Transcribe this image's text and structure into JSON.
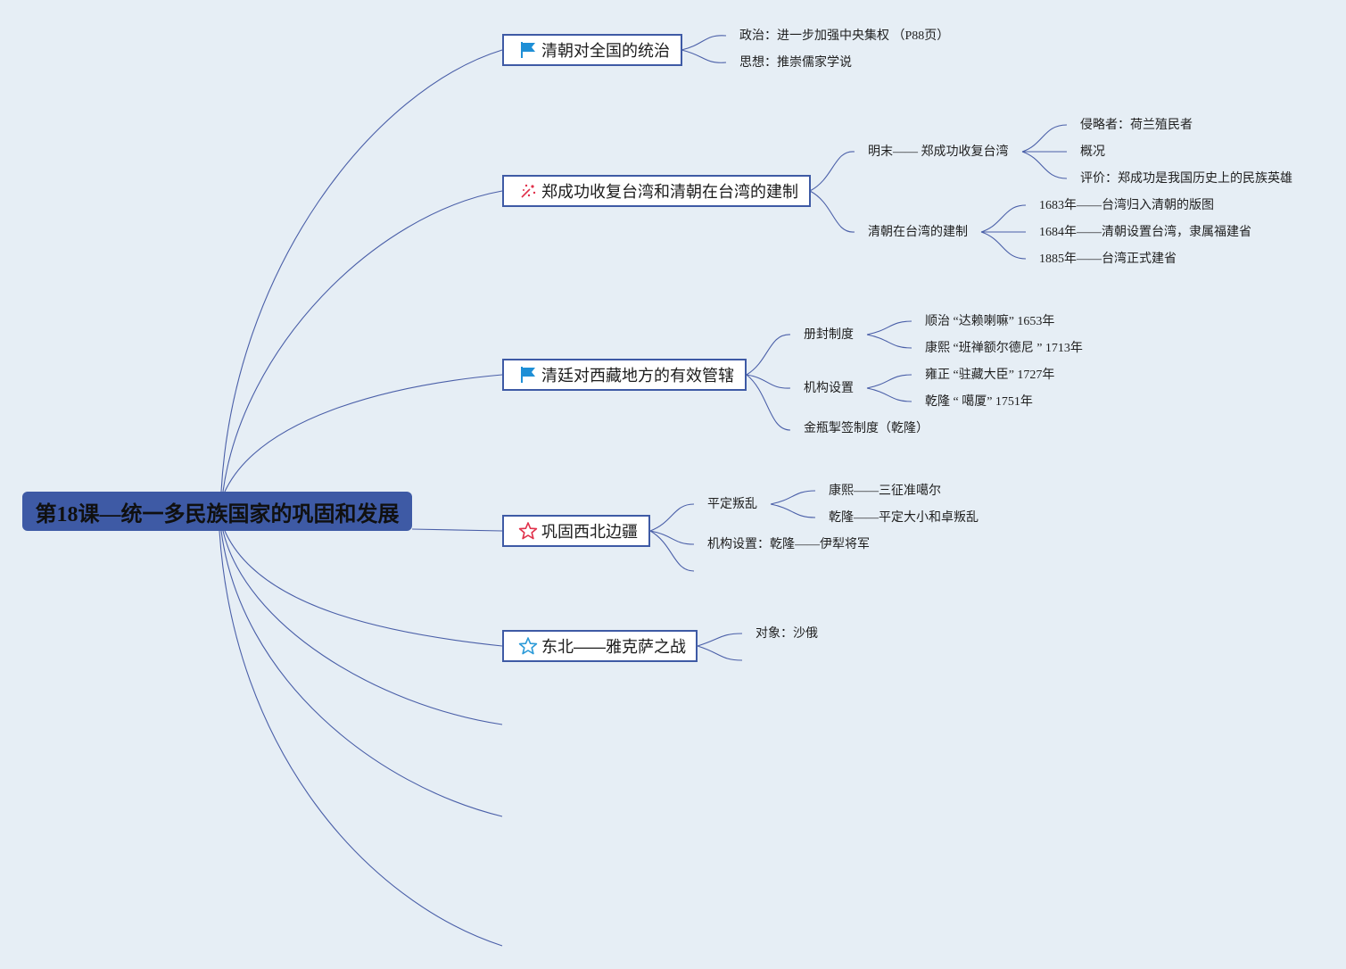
{
  "root": {
    "label": "第18课—统一多民族国家的巩固和发展"
  },
  "colors": {
    "background": "#e6eef5",
    "root_fill": "#3e5aa5",
    "topic_border": "#3e5aa5",
    "connector": "#4a5fa8",
    "flag_icon": "#1e8fd6",
    "red_icon": "#e0304a",
    "blue_star_icon": "#2a9ad8"
  },
  "topics": [
    {
      "label": "清朝对全国的统治",
      "icon": "flag-icon",
      "children": [
        {
          "label": "政治：进一步加强中央集权 （P88页）"
        },
        {
          "label": "思想：推崇儒家学说"
        }
      ]
    },
    {
      "label": "郑成功收复台湾和清朝在台湾的建制",
      "icon": "sparkle-icon",
      "children": [
        {
          "label": "明末—— 郑成功收复台湾",
          "children": [
            {
              "label": "侵略者：荷兰殖民者"
            },
            {
              "label": "概况"
            },
            {
              "label": "评价：郑成功是我国历史上的民族英雄"
            }
          ]
        },
        {
          "label": "清朝在台湾的建制",
          "children": [
            {
              "label": "1683年——台湾归入清朝的版图"
            },
            {
              "label": "1684年——清朝设置台湾，隶属福建省"
            },
            {
              "label": "1885年——台湾正式建省"
            }
          ]
        }
      ]
    },
    {
      "label": "清廷对西藏地方的有效管辖",
      "icon": "flag-icon",
      "children": [
        {
          "label": "册封制度",
          "children": [
            {
              "label": "顺治 “达赖喇嘛” 1653年"
            },
            {
              "label": "康熙 “班禅额尔德尼 ” 1713年"
            }
          ]
        },
        {
          "label": "机构设置",
          "children": [
            {
              "label": "雍正 “驻藏大臣” 1727年"
            },
            {
              "label": "乾隆 “ 噶厦” 1751年"
            }
          ]
        },
        {
          "label": "金瓶掣签制度（乾隆）"
        }
      ]
    },
    {
      "label": "巩固西北边疆",
      "icon": "star-outline-red-icon",
      "children": [
        {
          "label": "平定叛乱",
          "children": [
            {
              "label": "康熙——三征准噶尔"
            },
            {
              "label": "乾隆——平定大小和卓叛乱"
            }
          ]
        },
        {
          "label": "机构设置：乾隆——伊犁将军"
        }
      ]
    },
    {
      "label": "东北——雅克萨之战",
      "icon": "star-outline-blue-icon",
      "children": [
        {
          "label": "对象：沙俄"
        }
      ]
    }
  ]
}
